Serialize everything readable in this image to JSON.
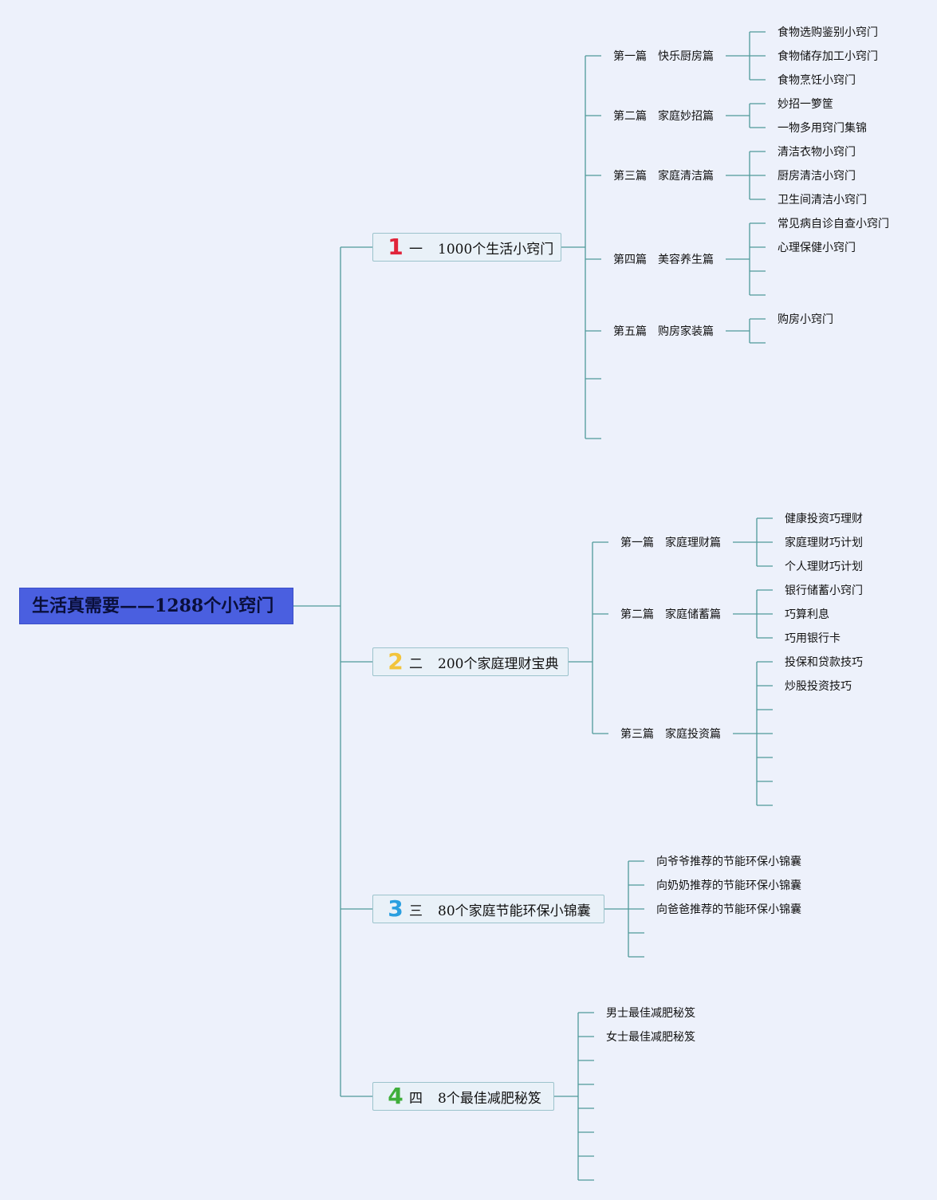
{
  "root": {
    "title": "生活真需要——1288个小窍门"
  },
  "colors": {
    "root_bg": "#4a5fe0",
    "line": "#4f9a9a",
    "num1": "#e0243a",
    "num2": "#f2c43c",
    "num3": "#2a9fe0",
    "num4": "#3fae3a"
  },
  "branches": [
    {
      "num": "1",
      "ordinal": "一",
      "title": "1000个生活小窍门",
      "chapters": [
        {
          "part": "第一篇",
          "name": "快乐厨房篇",
          "items": [
            "食物选购鉴别小窍门",
            "食物储存加工小窍门",
            "食物烹饪小窍门"
          ]
        },
        {
          "part": "第二篇",
          "name": "家庭妙招篇",
          "items": [
            "妙招一箩筐",
            "一物多用窍门集锦"
          ]
        },
        {
          "part": "第三篇",
          "name": "家庭清洁篇",
          "items": [
            "清洁衣物小窍门",
            "厨房清洁小窍门",
            "卫生间清洁小窍门"
          ]
        },
        {
          "part": "第四篇",
          "name": "美容养生篇",
          "items": [
            "常见病自诊自查小窍门",
            "心理保健小窍门"
          ]
        },
        {
          "part": "第五篇",
          "name": "购房家装篇",
          "items": [
            "购房小窍门"
          ]
        }
      ]
    },
    {
      "num": "2",
      "ordinal": "二",
      "title": "200个家庭理财宝典",
      "chapters": [
        {
          "part": "第一篇",
          "name": "家庭理财篇",
          "items": [
            "健康投资巧理财",
            "家庭理财巧计划",
            "个人理财巧计划"
          ]
        },
        {
          "part": "第二篇",
          "name": "家庭储蓄篇",
          "items": [
            "银行储蓄小窍门",
            "巧算利息",
            "巧用银行卡"
          ]
        },
        {
          "part": "第三篇",
          "name": "家庭投资篇",
          "items": [
            "投保和贷款技巧",
            "炒股投资技巧"
          ]
        }
      ]
    },
    {
      "num": "3",
      "ordinal": "三",
      "title": "80个家庭节能环保小锦囊",
      "items": [
        "向爷爷推荐的节能环保小锦囊",
        "向奶奶推荐的节能环保小锦囊",
        "向爸爸推荐的节能环保小锦囊"
      ]
    },
    {
      "num": "4",
      "ordinal": "四",
      "title": "8个最佳减肥秘笈",
      "items": [
        "男士最佳减肥秘笈",
        "女士最佳减肥秘笈"
      ]
    }
  ]
}
